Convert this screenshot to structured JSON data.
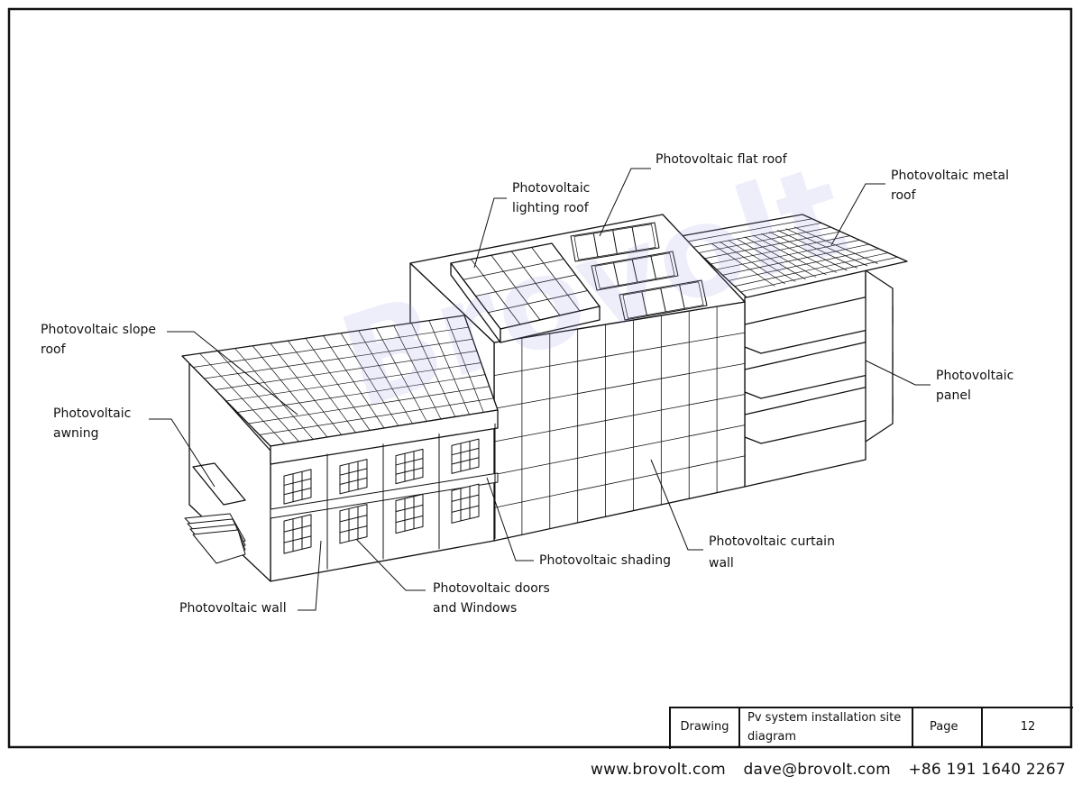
{
  "labels": {
    "flat_roof": "Photovoltaic flat roof",
    "lighting_roof_1": "Photovoltaic",
    "lighting_roof_2": "lighting roof",
    "metal_roof_1": "Photovoltaic metal",
    "metal_roof_2": "roof",
    "slope_roof_1": "Photovoltaic slope",
    "slope_roof_2": "roof",
    "awning_1": "Photovoltaic",
    "awning_2": "awning",
    "panel_1": "Photovoltaic",
    "panel_2": "panel",
    "curtain_wall_1": "Photovoltaic curtain",
    "curtain_wall_2": "wall",
    "shading": "Photovoltaic shading",
    "doors_windows_1": "Photovoltaic doors",
    "doors_windows_2": "and Windows",
    "wall": "Photovoltaic wall"
  },
  "title_block": {
    "drawing_label": "Drawing",
    "drawing_title_1": "Pv system installation site",
    "drawing_title_2": "diagram",
    "page_label": "Page",
    "page_number": "12"
  },
  "watermark": "Brovolt",
  "footer": {
    "website": "www.brovolt.com",
    "email": "dave@brovolt.com",
    "phone": "+86 191 1640 2267"
  }
}
